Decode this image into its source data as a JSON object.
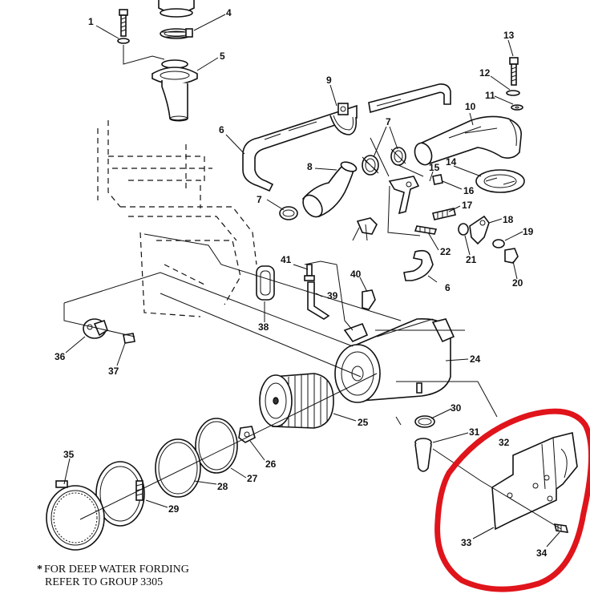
{
  "callouts": {
    "c1": "1",
    "c4": "4",
    "c5": "5",
    "c6a": "6",
    "c6b": "6",
    "c7a": "7",
    "c7b": "7",
    "c8": "8",
    "c9": "9",
    "c10": "10",
    "c11": "11",
    "c12": "12",
    "c13": "13",
    "c14": "14",
    "c15": "15",
    "c16": "16",
    "c17": "17",
    "c18": "18",
    "c19": "19",
    "c20": "20",
    "c21": "21",
    "c22": "22",
    "c24": "24",
    "c25": "25",
    "c26": "26",
    "c27": "27",
    "c28": "28",
    "c29": "29",
    "c30": "30",
    "c31": "31",
    "c32": "32",
    "c33": "33",
    "c34": "34",
    "c35": "35",
    "c36": "36",
    "c37": "37",
    "c38": "38",
    "c39": "39",
    "c40": "40",
    "c41": "41"
  },
  "note": {
    "star": "*",
    "line1": "FOR DEEP WATER FORDING",
    "line2": "REFER TO GROUP 3305"
  },
  "highlight_color": "#e0141b"
}
